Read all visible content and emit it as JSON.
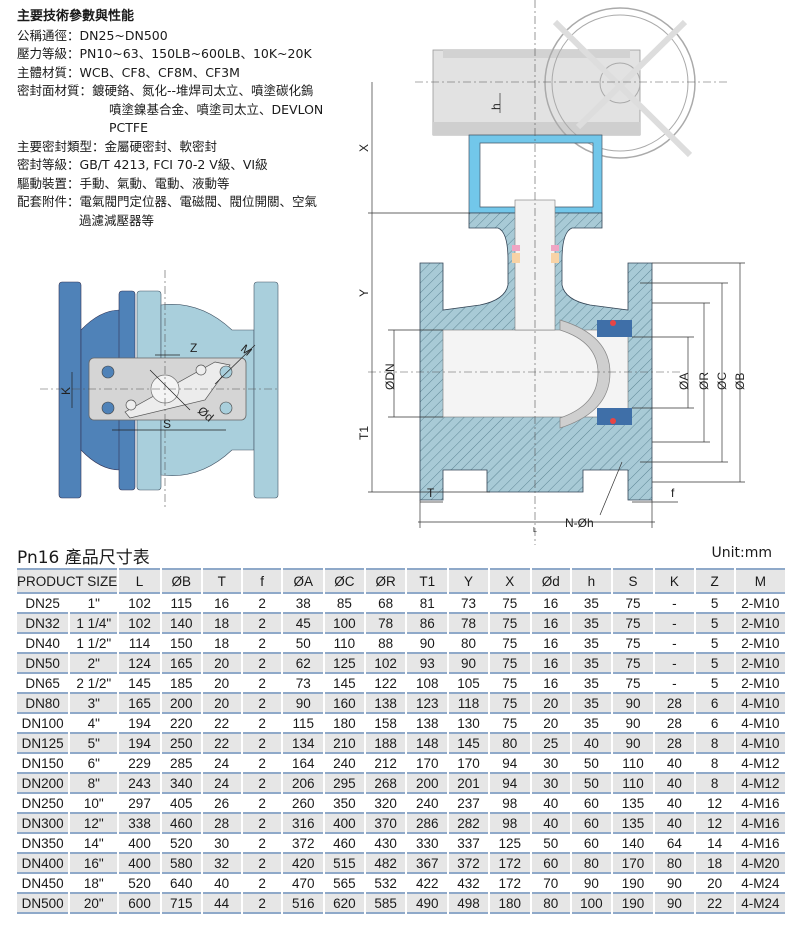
{
  "specs": {
    "title": "主要技術參數與性能",
    "items": [
      {
        "label": "公稱通徑：",
        "value": "DN25~DN500"
      },
      {
        "label": "壓力等級：",
        "value": "PN10~63、150LB~600LB、10K~20K"
      },
      {
        "label": "主體材質：",
        "value": "WCB、CF8、CF8M、CF3M"
      },
      {
        "label": "密封面材質：",
        "value": "鍍硬鉻、氮化--堆焊司太立、噴塗碳化鎢",
        "cont": [
          "噴塗鎳基合金、噴塗司太立、DEVLON",
          "PCTFE"
        ]
      },
      {
        "label": "主要密封類型：",
        "value": "金屬硬密封、軟密封"
      },
      {
        "label": "密封等級：",
        "value": "GB/T 4213, FCI 70-2 V級、VI級"
      },
      {
        "label": "驅動裝置：",
        "value": "手動、氣動、電動、液動等"
      },
      {
        "label": "配套附件：",
        "value": "電氣閥門定位器、電磁閥、閥位開關、空氣",
        "cont": [
          "過濾減壓器等"
        ]
      }
    ]
  },
  "drawing": {
    "left_labels": {
      "z": "Z",
      "m": "M",
      "k": "K",
      "s": "S",
      "d": "Ød"
    },
    "main_labels": {
      "h": "h",
      "x": "X",
      "y": "Y",
      "dn": "ØDN",
      "t1": "T1",
      "t": "T",
      "l": "L",
      "nh": "N-Øh",
      "f": "f",
      "a": "ØA",
      "r": "ØR",
      "c": "ØC",
      "b": "ØB"
    },
    "colors": {
      "dark_blue": "#4f82b8",
      "light_blue": "#a9cfdc",
      "bracket": "#72c7ea",
      "body": "#a8cad6",
      "seat": "#3f6fa8"
    }
  },
  "table": {
    "title": "Pn16 產品尺寸表",
    "unit": "Unit:mm",
    "headers": [
      "PRODUCT SIZE",
      "L",
      "ØB",
      "T",
      "f",
      "ØA",
      "ØC",
      "ØR",
      "T1",
      "Y",
      "X",
      "Ød",
      "h",
      "S",
      "K",
      "Z",
      "M"
    ],
    "rows": [
      [
        "DN25",
        "1\"",
        "102",
        "115",
        "16",
        "2",
        "38",
        "85",
        "68",
        "81",
        "73",
        "75",
        "16",
        "35",
        "75",
        "-",
        "5",
        "2-M10"
      ],
      [
        "DN32",
        "1 1/4\"",
        "102",
        "140",
        "18",
        "2",
        "45",
        "100",
        "78",
        "86",
        "78",
        "75",
        "16",
        "35",
        "75",
        "-",
        "5",
        "2-M10"
      ],
      [
        "DN40",
        "1 1/2\"",
        "114",
        "150",
        "18",
        "2",
        "50",
        "110",
        "88",
        "90",
        "80",
        "75",
        "16",
        "35",
        "75",
        "-",
        "5",
        "2-M10"
      ],
      [
        "DN50",
        "2\"",
        "124",
        "165",
        "20",
        "2",
        "62",
        "125",
        "102",
        "93",
        "90",
        "75",
        "16",
        "35",
        "75",
        "-",
        "5",
        "2-M10"
      ],
      [
        "DN65",
        "2 1/2\"",
        "145",
        "185",
        "20",
        "2",
        "73",
        "145",
        "122",
        "108",
        "105",
        "75",
        "16",
        "35",
        "75",
        "-",
        "5",
        "2-M10"
      ],
      [
        "DN80",
        "3\"",
        "165",
        "200",
        "20",
        "2",
        "90",
        "160",
        "138",
        "123",
        "118",
        "75",
        "20",
        "35",
        "90",
        "28",
        "6",
        "4-M10"
      ],
      [
        "DN100",
        "4\"",
        "194",
        "220",
        "22",
        "2",
        "115",
        "180",
        "158",
        "138",
        "130",
        "75",
        "20",
        "35",
        "90",
        "28",
        "6",
        "4-M10"
      ],
      [
        "DN125",
        "5\"",
        "194",
        "250",
        "22",
        "2",
        "134",
        "210",
        "188",
        "148",
        "145",
        "80",
        "25",
        "40",
        "90",
        "28",
        "8",
        "4-M10"
      ],
      [
        "DN150",
        "6\"",
        "229",
        "285",
        "24",
        "2",
        "164",
        "240",
        "212",
        "170",
        "170",
        "94",
        "30",
        "50",
        "110",
        "40",
        "8",
        "4-M12"
      ],
      [
        "DN200",
        "8\"",
        "243",
        "340",
        "24",
        "2",
        "206",
        "295",
        "268",
        "200",
        "201",
        "94",
        "30",
        "50",
        "110",
        "40",
        "8",
        "4-M12"
      ],
      [
        "DN250",
        "10\"",
        "297",
        "405",
        "26",
        "2",
        "260",
        "350",
        "320",
        "240",
        "237",
        "98",
        "40",
        "60",
        "135",
        "40",
        "12",
        "4-M16"
      ],
      [
        "DN300",
        "12\"",
        "338",
        "460",
        "28",
        "2",
        "316",
        "400",
        "370",
        "286",
        "282",
        "98",
        "40",
        "60",
        "135",
        "40",
        "12",
        "4-M16"
      ],
      [
        "DN350",
        "14\"",
        "400",
        "520",
        "30",
        "2",
        "372",
        "460",
        "430",
        "330",
        "337",
        "125",
        "50",
        "60",
        "140",
        "64",
        "14",
        "4-M16"
      ],
      [
        "DN400",
        "16\"",
        "400",
        "580",
        "32",
        "2",
        "420",
        "515",
        "482",
        "367",
        "372",
        "172",
        "60",
        "80",
        "170",
        "80",
        "18",
        "4-M20"
      ],
      [
        "DN450",
        "18\"",
        "520",
        "640",
        "40",
        "2",
        "470",
        "565",
        "532",
        "422",
        "432",
        "172",
        "70",
        "90",
        "190",
        "90",
        "20",
        "4-M24"
      ],
      [
        "DN500",
        "20\"",
        "600",
        "715",
        "44",
        "2",
        "516",
        "620",
        "585",
        "490",
        "498",
        "180",
        "80",
        "100",
        "190",
        "90",
        "22",
        "4-M24"
      ]
    ]
  }
}
